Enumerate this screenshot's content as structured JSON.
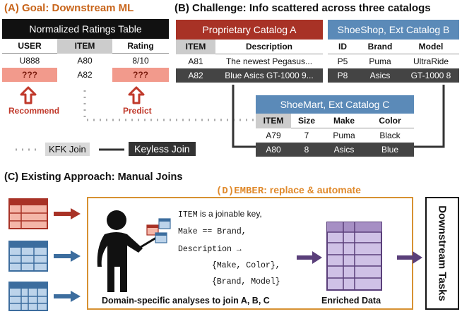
{
  "titles": {
    "goal": "(A) Goal: Downstream ML",
    "challenge": "(B) Challenge: Info scattered across three catalogs",
    "existing": "(C) Existing Approach: Manual Joins",
    "ember_prefix": "(D)",
    "ember_name": "EMBER",
    "ember_suffix": ": replace & automate"
  },
  "ratings": {
    "title": "Normalized Ratings Table",
    "headers": [
      "USER",
      "ITEM",
      "Rating"
    ],
    "rows": [
      [
        "U888",
        "A80",
        "8/10"
      ],
      [
        "???",
        "A82",
        "???"
      ]
    ],
    "recommend": "Recommend",
    "predict": "Predict"
  },
  "catalog_a": {
    "title": "Proprietary Catalog A",
    "headers": [
      "ITEM",
      "Description"
    ],
    "rows": [
      [
        "A81",
        "The newest Pegasus..."
      ],
      [
        "A82",
        "Blue Asics GT-1000 9..."
      ]
    ]
  },
  "catalog_b": {
    "title": "ShoeShop, Ext Catalog B",
    "headers": [
      "ID",
      "Brand",
      "Model"
    ],
    "rows": [
      [
        "P5",
        "Puma",
        "UltraRide"
      ],
      [
        "P8",
        "Asics",
        "GT-1000 8"
      ]
    ]
  },
  "catalog_c": {
    "title": "ShoeMart, Ext Catalog C",
    "headers": [
      "ITEM",
      "Size",
      "Make",
      "Color"
    ],
    "rows": [
      [
        "A79",
        "7",
        "Puma",
        "Black"
      ],
      [
        "A80",
        "8",
        "Asics",
        "Blue"
      ]
    ]
  },
  "legend": {
    "kfk": "KFK Join",
    "keyless": "Keyless Join"
  },
  "manual": {
    "line1_key": "ITEM",
    "line1_rest": " is a joinable key,",
    "line2": "Make == Brand,",
    "line3": "Description →",
    "line4": "{Make, Color},",
    "line5": "{Brand, Model}",
    "caption": "Domain-specific analyses to join A, B, C",
    "enriched": "Enriched Data",
    "downstream": "Downstream Tasks"
  },
  "colors": {
    "orange": "#d79132",
    "red": "#a83226",
    "blue": "#5b8ab8",
    "purple": "#a68fc4"
  }
}
